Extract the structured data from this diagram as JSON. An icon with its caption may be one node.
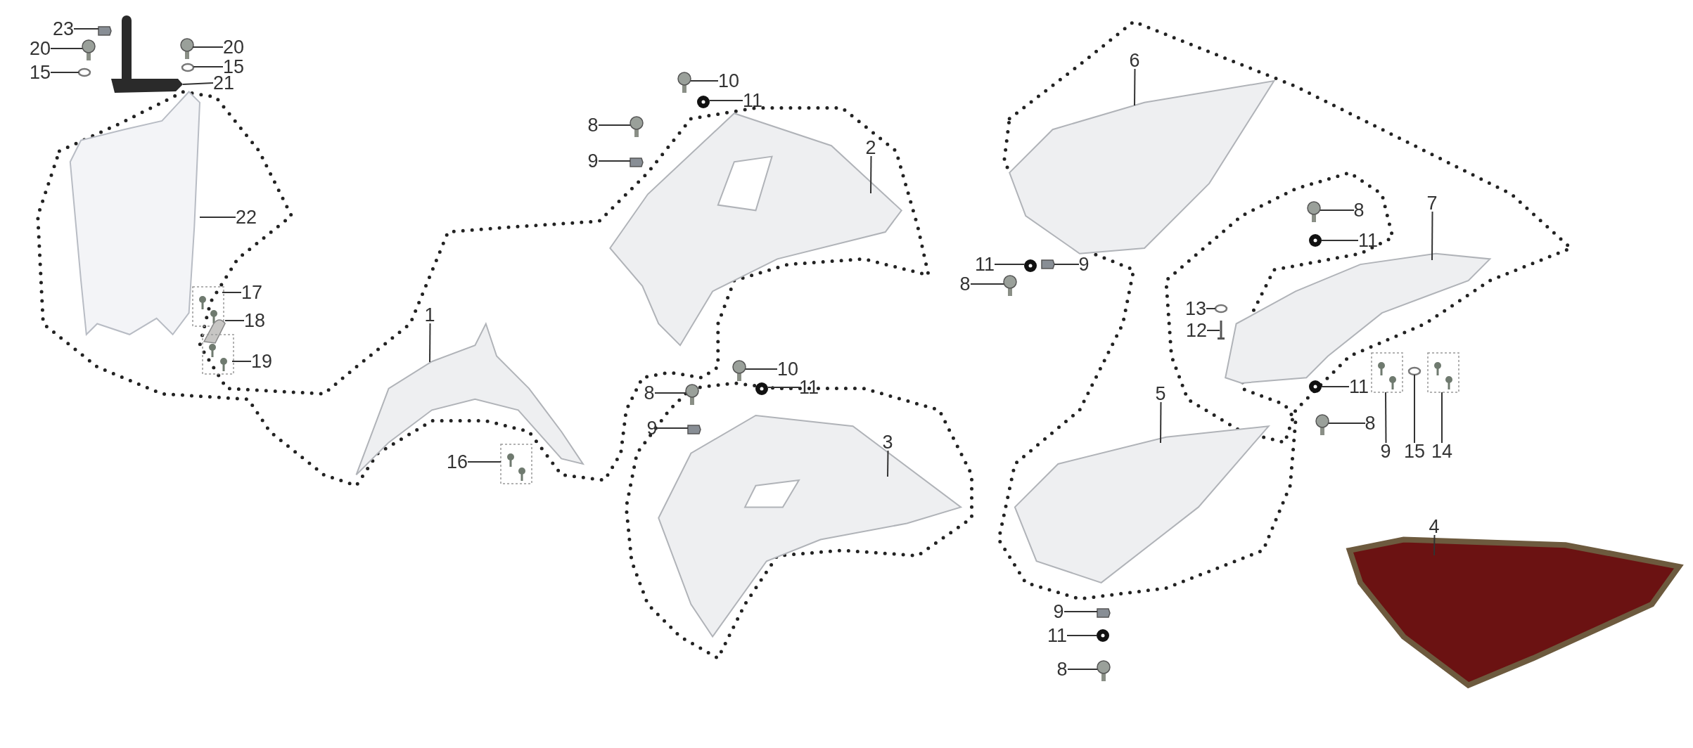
{
  "diagram": {
    "nodes": [
      {
        "text": [
          "23"
        ]
      },
      {
        "text": [
          "20"
        ]
      },
      {
        "text": [
          "20"
        ]
      },
      {
        "text": [
          "15"
        ]
      },
      {
        "text": [
          "15"
        ]
      },
      {
        "text": [
          "21"
        ]
      },
      {
        "text": [
          "22"
        ]
      },
      {
        "text": [
          "17"
        ]
      },
      {
        "text": [
          "18"
        ]
      },
      {
        "text": [
          "19"
        ]
      },
      {
        "text": [
          "1"
        ]
      },
      {
        "text": [
          "16"
        ]
      },
      {
        "text": [
          "10"
        ]
      },
      {
        "text": [
          "11"
        ]
      },
      {
        "text": [
          "8"
        ]
      },
      {
        "text": [
          "9"
        ]
      },
      {
        "text": [
          "2"
        ]
      },
      {
        "text": [
          "10"
        ]
      },
      {
        "text": [
          "11"
        ]
      },
      {
        "text": [
          "8"
        ]
      },
      {
        "text": [
          "9"
        ]
      },
      {
        "text": [
          "3"
        ]
      },
      {
        "text": [
          "6"
        ]
      },
      {
        "text": [
          "11"
        ]
      },
      {
        "text": [
          "9"
        ]
      },
      {
        "text": [
          "8"
        ]
      },
      {
        "text": [
          "8"
        ]
      },
      {
        "text": [
          "11"
        ]
      },
      {
        "text": [
          "7"
        ]
      },
      {
        "text": [
          "13"
        ]
      },
      {
        "text": [
          "12"
        ]
      },
      {
        "text": [
          "11"
        ]
      },
      {
        "text": [
          "8"
        ]
      },
      {
        "text": [
          "9"
        ]
      },
      {
        "text": [
          "15"
        ]
      },
      {
        "text": [
          "14"
        ]
      },
      {
        "text": [
          "5"
        ]
      },
      {
        "text": [
          "9"
        ]
      },
      {
        "text": [
          "11"
        ]
      },
      {
        "text": [
          "8"
        ]
      },
      {
        "text": [
          "4"
        ]
      },
      {
        "text": [],
        "shape": "box"
      },
      {
        "text": [],
        "shape": "circle"
      },
      {
        "text": [],
        "shape": "circle"
      },
      {
        "text": [],
        "shape": "circle"
      },
      {
        "text": [],
        "shape": "circle"
      },
      {
        "text": [],
        "shape": "picture"
      },
      {
        "text": [],
        "shape": "picture"
      },
      {
        "text": [],
        "shape": "picture"
      },
      {
        "text": [],
        "shape": "picture"
      },
      {
        "text": [],
        "shape": "picture"
      },
      {
        "text": [],
        "shape": "picture"
      },
      {
        "text": [],
        "shape": "picture"
      },
      {
        "text": [],
        "shape": "circle"
      },
      {
        "text": [],
        "shape": "circle"
      },
      {
        "text": [],
        "shape": "circle"
      },
      {
        "text": [],
        "shape": "box"
      },
      {
        "text": [],
        "shape": "picture"
      },
      {
        "text": [],
        "shape": "circle"
      },
      {
        "text": [],
        "shape": "circle"
      },
      {
        "text": [],
        "shape": "circle"
      },
      {
        "text": [],
        "shape": "box"
      },
      {
        "text": [],
        "shape": "picture"
      },
      {
        "text": [],
        "shape": "picture"
      },
      {
        "text": [],
        "shape": "circle"
      },
      {
        "text": [],
        "shape": "box"
      },
      {
        "text": [],
        "shape": "circle"
      },
      {
        "text": [],
        "shape": "circle"
      },
      {
        "text": [],
        "shape": "circle"
      },
      {
        "text": [],
        "shape": "picture"
      },
      {
        "text": [],
        "shape": "circle"
      },
      {
        "text": [],
        "shape": "picture"
      },
      {
        "text": [],
        "shape": "circle"
      },
      {
        "text": [],
        "shape": "circle"
      },
      {
        "text": [],
        "shape": "picture"
      },
      {
        "text": [],
        "shape": "circle"
      },
      {
        "text": [],
        "shape": "picture"
      },
      {
        "text": [],
        "shape": "picture"
      },
      {
        "text": [],
        "shape": "box"
      },
      {
        "text": [],
        "shape": "circle"
      },
      {
        "text": [],
        "shape": "circle"
      },
      {
        "text": [],
        "shape": "picture"
      }
    ],
    "edges": [
      {
        "from": 0,
        "to": 41,
        "arrow": "none"
      },
      {
        "from": 1,
        "to": 42,
        "arrow": "none"
      },
      {
        "from": 2,
        "to": 43,
        "arrow": "none"
      },
      {
        "from": 3,
        "to": 44,
        "arrow": "none"
      },
      {
        "from": 4,
        "to": 45,
        "arrow": "none"
      },
      {
        "from": 5,
        "to": 46,
        "arrow": "none"
      },
      {
        "from": 6,
        "to": 47,
        "arrow": "none"
      },
      {
        "from": 7,
        "to": 48,
        "arrow": "none"
      },
      {
        "from": 8,
        "to": 49,
        "arrow": "none"
      },
      {
        "from": 9,
        "to": 50,
        "arrow": "none"
      },
      {
        "from": 10,
        "to": 51,
        "arrow": "none"
      },
      {
        "from": 11,
        "to": 52,
        "arrow": "none"
      },
      {
        "from": 12,
        "to": 53,
        "arrow": "none"
      },
      {
        "from": 13,
        "to": 54,
        "arrow": "none"
      },
      {
        "from": 14,
        "to": 55,
        "arrow": "none"
      },
      {
        "from": 15,
        "to": 56,
        "arrow": "none"
      },
      {
        "from": 16,
        "to": 57,
        "arrow": "none"
      },
      {
        "from": 17,
        "to": 58,
        "arrow": "none"
      },
      {
        "from": 18,
        "to": 59,
        "arrow": "none"
      },
      {
        "from": 19,
        "to": 60,
        "arrow": "none"
      },
      {
        "from": 20,
        "to": 61,
        "arrow": "none"
      },
      {
        "from": 21,
        "to": 62,
        "arrow": "none"
      },
      {
        "from": 22,
        "to": 63,
        "arrow": "none"
      },
      {
        "from": 23,
        "to": 64,
        "arrow": "none"
      },
      {
        "from": 24,
        "to": 65,
        "arrow": "none"
      },
      {
        "from": 25,
        "to": 66,
        "arrow": "none"
      },
      {
        "from": 26,
        "to": 67,
        "arrow": "none"
      },
      {
        "from": 27,
        "to": 68,
        "arrow": "none"
      },
      {
        "from": 28,
        "to": 69,
        "arrow": "none"
      },
      {
        "from": 29,
        "to": 70,
        "arrow": "none"
      },
      {
        "from": 30,
        "to": 71,
        "arrow": "none"
      },
      {
        "from": 31,
        "to": 72,
        "arrow": "none"
      },
      {
        "from": 32,
        "to": 73,
        "arrow": "none"
      },
      {
        "from": 33,
        "to": 74,
        "arrow": "none"
      },
      {
        "from": 34,
        "to": 75,
        "arrow": "none"
      },
      {
        "from": 35,
        "to": 76,
        "arrow": "none"
      },
      {
        "from": 36,
        "to": 77,
        "arrow": "none"
      },
      {
        "from": 37,
        "to": 78,
        "arrow": "none"
      },
      {
        "from": 38,
        "to": 79,
        "arrow": "none"
      },
      {
        "from": 39,
        "to": 80,
        "arrow": "none"
      },
      {
        "from": 40,
        "to": 81,
        "arrow": "none"
      }
    ]
  }
}
